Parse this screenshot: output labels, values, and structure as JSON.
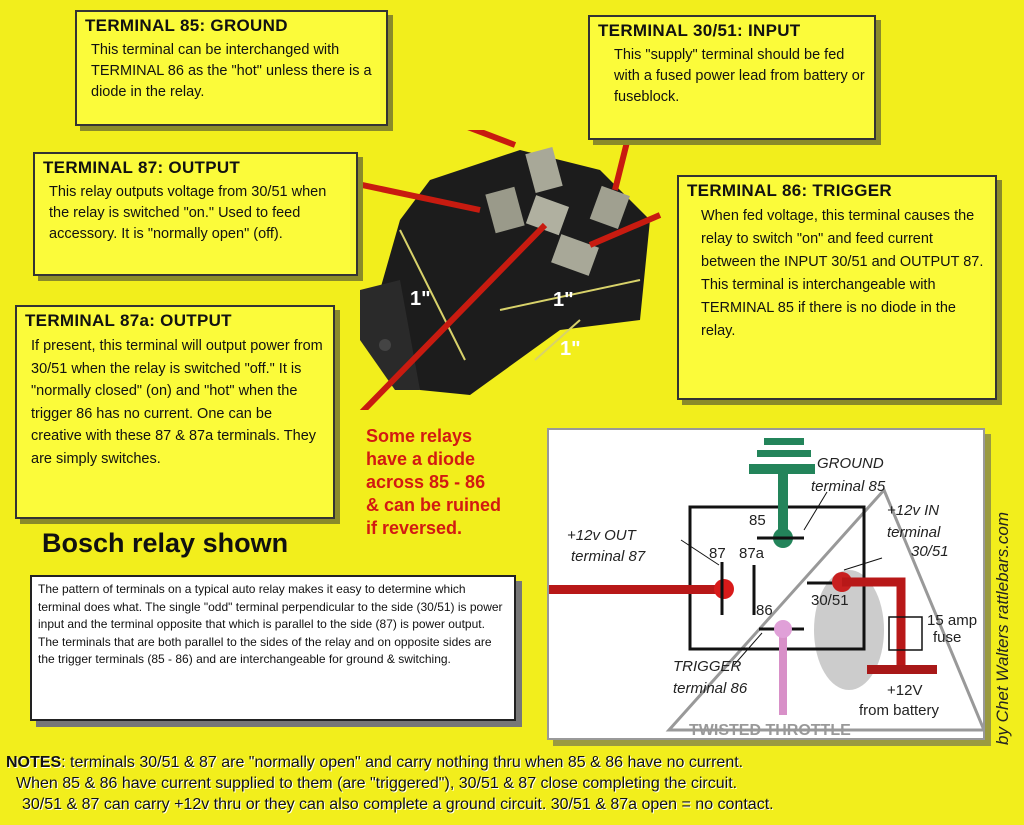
{
  "terminals": {
    "t85": {
      "title": "TERMINAL 85: GROUND",
      "body": "This terminal can be interchanged with TERMINAL 86 as the \"hot\" unless there is a diode in the relay."
    },
    "t3051": {
      "title": "TERMINAL 30/51: INPUT",
      "body": "This \"supply\" terminal should be fed with a fused power lead from battery or fuseblock."
    },
    "t87": {
      "title": "TERMINAL 87: OUTPUT",
      "body": "This relay outputs voltage from 30/51 when the relay is switched \"on.\" Used to feed accessory. It is \"normally open\" (off)."
    },
    "t86": {
      "title": "TERMINAL 86: TRIGGER",
      "body": "When fed voltage, this terminal causes the relay to switch \"on\" and feed current between the INPUT 30/51 and OUTPUT 87. This terminal is interchangeable with TERMINAL 85 if there is no diode in the relay."
    },
    "t87a": {
      "title": "TERMINAL 87a: OUTPUT",
      "body": "If present, this terminal will output power from 30/51 when the relay is switched \"off.\" It is \"normally closed\" (on) and \"hot\" when the trigger 86 has no current. One can be creative with these 87 & 87a terminals. They are simply switches."
    }
  },
  "dimensions": [
    "1\"",
    "1\"",
    "1\""
  ],
  "warning": [
    "Some relays",
    "have a diode",
    "across 85 - 86",
    "& can be ruined",
    "if reversed."
  ],
  "caption": "Bosch relay shown",
  "explanation": "The pattern of terminals on a typical auto relay makes it easy to determine which terminal does what.  The single \"odd\" terminal perpendicular to the side (30/51) is power input and the terminal opposite that which is parallel to the side (87) is power output. The terminals that are both parallel to the sides of the relay and on opposite sides are the trigger terminals (85 - 86) and are interchangeable for ground & switching.",
  "schematic": {
    "ground": "GROUND",
    "ground_term": "terminal 85",
    "out": "+12v OUT",
    "out_term": "terminal 87",
    "in": "+12v IN",
    "in_term": "terminal",
    "in_num": "30/51",
    "p85": "85",
    "p87": "87",
    "p87a": "87a",
    "p86": "86",
    "p3051": "30/51",
    "fuse1": "15 amp",
    "fuse2": "fuse",
    "trigger": "TRIGGER",
    "trigger_term": "terminal 86",
    "batt1": "+12V",
    "batt2": "from battery",
    "watermark": "TWISTED THROTTLE"
  },
  "credit": "by Chet Walters rattlebars.com",
  "notes": {
    "label": "NOTES",
    "line1": ": terminals 30/51 & 87 are \"normally open\" and carry nothing thru when 85 & 86 have no current.",
    "line2": "When 85 & 86 have current supplied to them (are \"triggered\"), 30/51 & 87 close completing the circuit.",
    "line3": "30/51 & 87 can carry +12v thru or they can also complete a ground circuit. 30/51 & 87a open = no contact."
  }
}
